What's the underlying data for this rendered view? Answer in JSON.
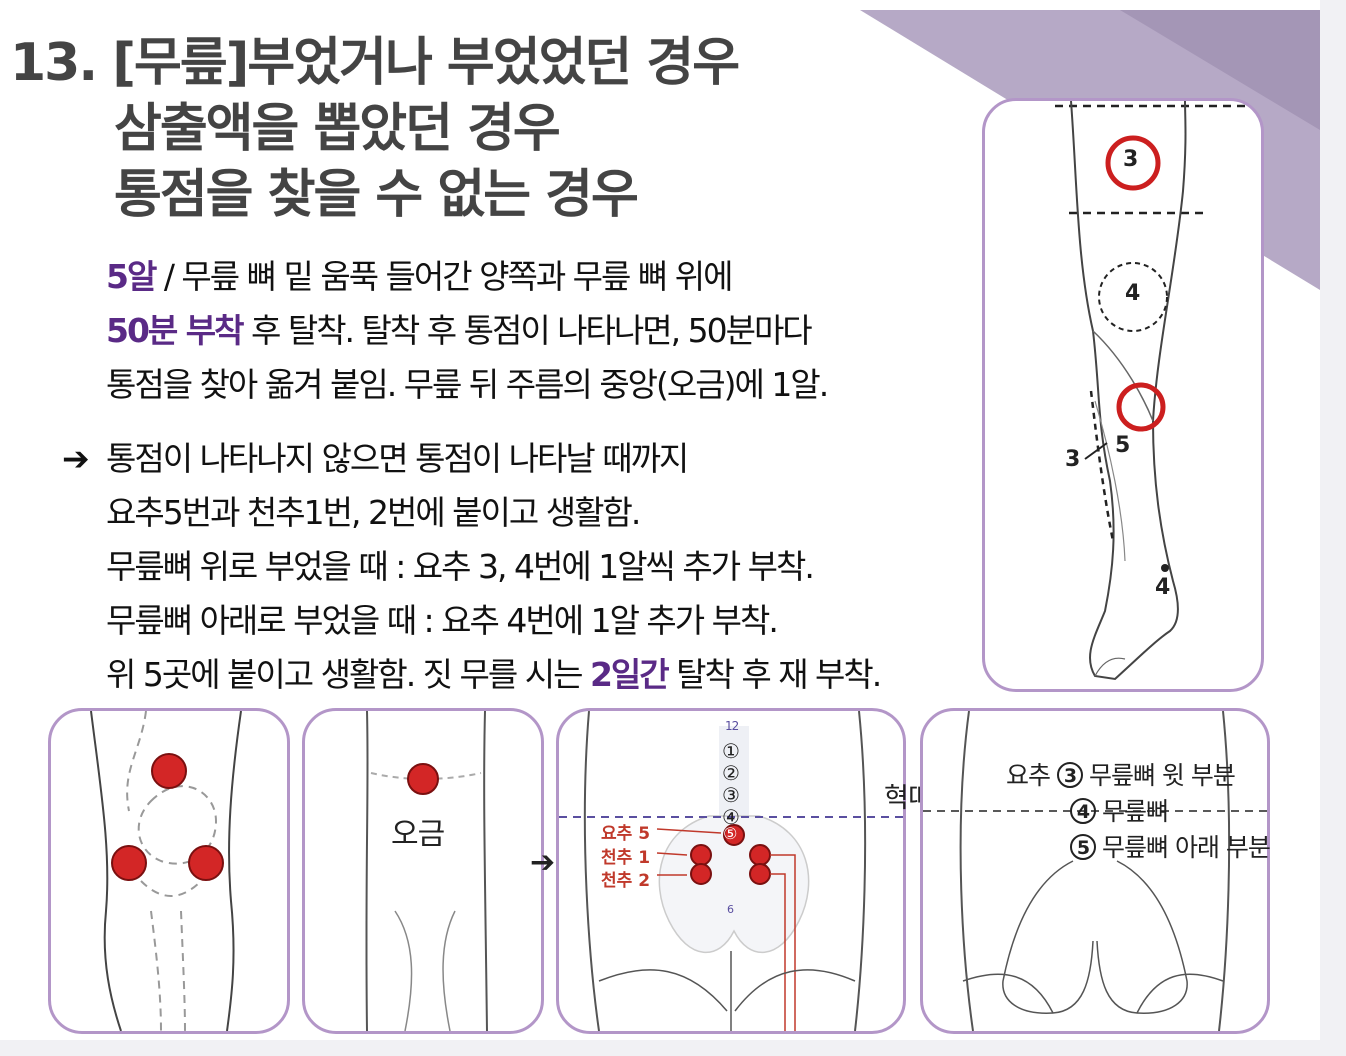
{
  "title": {
    "line1": "13. [무릎]부었거나 부었었던 경우",
    "line2": "삼출액을 뽑았던 경우",
    "line3": "통점을 찾을 수 없는 경우"
  },
  "paragraph1": {
    "lead": "5알",
    "line1_rest": " / 무릎 뼈 밑 움푹 들어간 양쪽과 무릎 뼈 위에",
    "lead2": "50분 부착",
    "line2_rest": " 후 탈착.  탈착 후 통점이 나타나면, 50분마다",
    "line3": "통점을 찾아 옮겨 붙임. 무릎 뒤 주름의 중앙(오금)에 1알."
  },
  "paragraph2": {
    "arrow": "➔",
    "line1": "통점이 나타나지 않으면 통점이 나타날 때까지",
    "line2": "요추5번과 천추1번, 2번에 붙이고 생활함.",
    "line3": "무릎뼈 위로 부었을 때 : 요추 3, 4번에 1알씩 추가 부착.",
    "line4": "무릎뼈 아래로 부었을 때 : 요추 4번에 1알  추가 부착.",
    "line5_pre": "위 5곳에 붙이고 생활함. 짓 무를 시는 ",
    "line5_hl": "2일간",
    "line5_post": " 탈착 후 재 부착."
  },
  "leg_panel": {
    "marker_3": "3",
    "marker_4": "4",
    "marker_5": "5",
    "side_3": "3",
    "ankle_4": "4"
  },
  "back_knee_panel": {
    "label": "오금"
  },
  "spine_panel": {
    "arrow": "➔",
    "vertebra_labels": [
      "①",
      "②",
      "③",
      "④",
      "⑤"
    ],
    "top_number": "12",
    "sacrum_number": "6",
    "lumbar5": "요추 5",
    "sacral1": "천추 1",
    "sacral2": "천추 2",
    "belt_label": "혁띠"
  },
  "back_panel": {
    "prefix": "요추",
    "items": [
      {
        "num": "3",
        "text": "무릎뼈 윗 부분"
      },
      {
        "num": "4",
        "text": "무릎뼈"
      },
      {
        "num": "5",
        "text": "무릎뼈 아래 부분"
      }
    ]
  },
  "colors": {
    "accent_purple": "#5a2a86",
    "panel_border": "#b396c8",
    "marker_red": "#cc1f1f",
    "corner_purple": "#b6a9c6"
  }
}
